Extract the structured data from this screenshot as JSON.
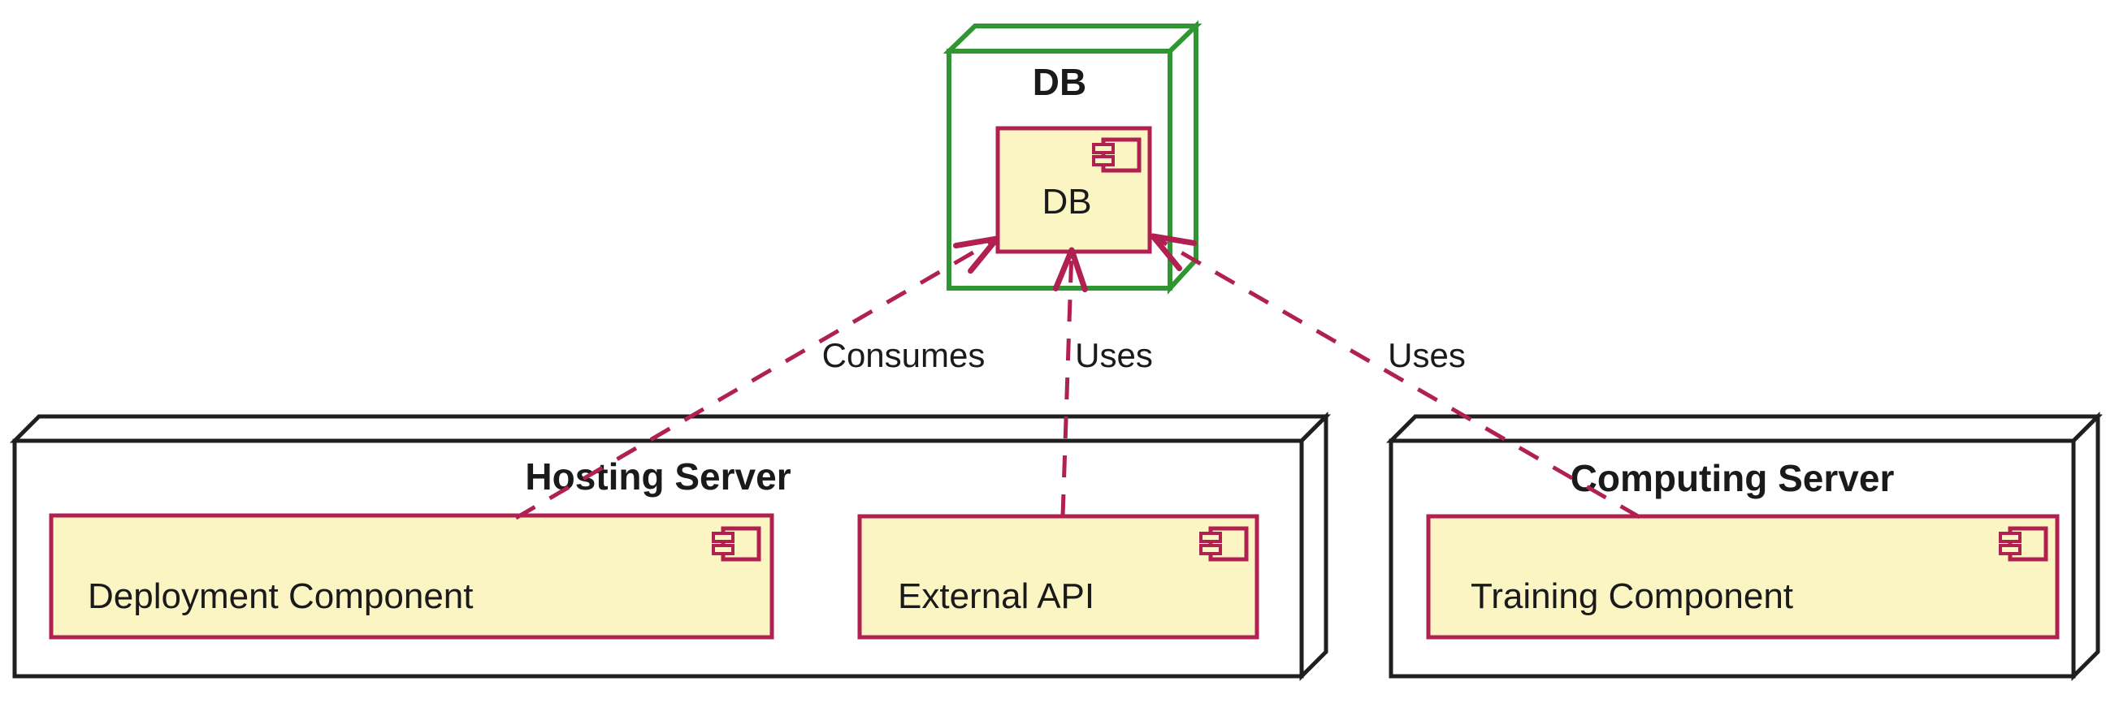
{
  "diagram": {
    "type": "uml-deployment-diagram",
    "nodes": {
      "db": {
        "title": "DB",
        "component": {
          "label": "DB",
          "icon": "component-icon"
        }
      },
      "hosting": {
        "title": "Hosting Server",
        "components": [
          {
            "label": "Deployment Component",
            "icon": "component-icon"
          },
          {
            "label": "External API",
            "icon": "component-icon"
          }
        ]
      },
      "computing": {
        "title": "Computing Server",
        "components": [
          {
            "label": "Training Component",
            "icon": "component-icon"
          }
        ]
      }
    },
    "edges": [
      {
        "from": "Deployment Component",
        "to": "DB",
        "label": "Consumes",
        "style": "dashed-arrow"
      },
      {
        "from": "External API",
        "to": "DB",
        "label": "Uses",
        "style": "dashed-arrow"
      },
      {
        "from": "Training Component",
        "to": "DB",
        "label": "Uses",
        "style": "dashed-arrow"
      }
    ],
    "colors": {
      "db_node_border": "#2f9631",
      "server_node_border": "#1f1f1f",
      "component_fill": "#fbf5c3",
      "component_border": "#b02050",
      "edge": "#b02050",
      "text": "#1a1a1a",
      "background": "#ffffff"
    }
  }
}
